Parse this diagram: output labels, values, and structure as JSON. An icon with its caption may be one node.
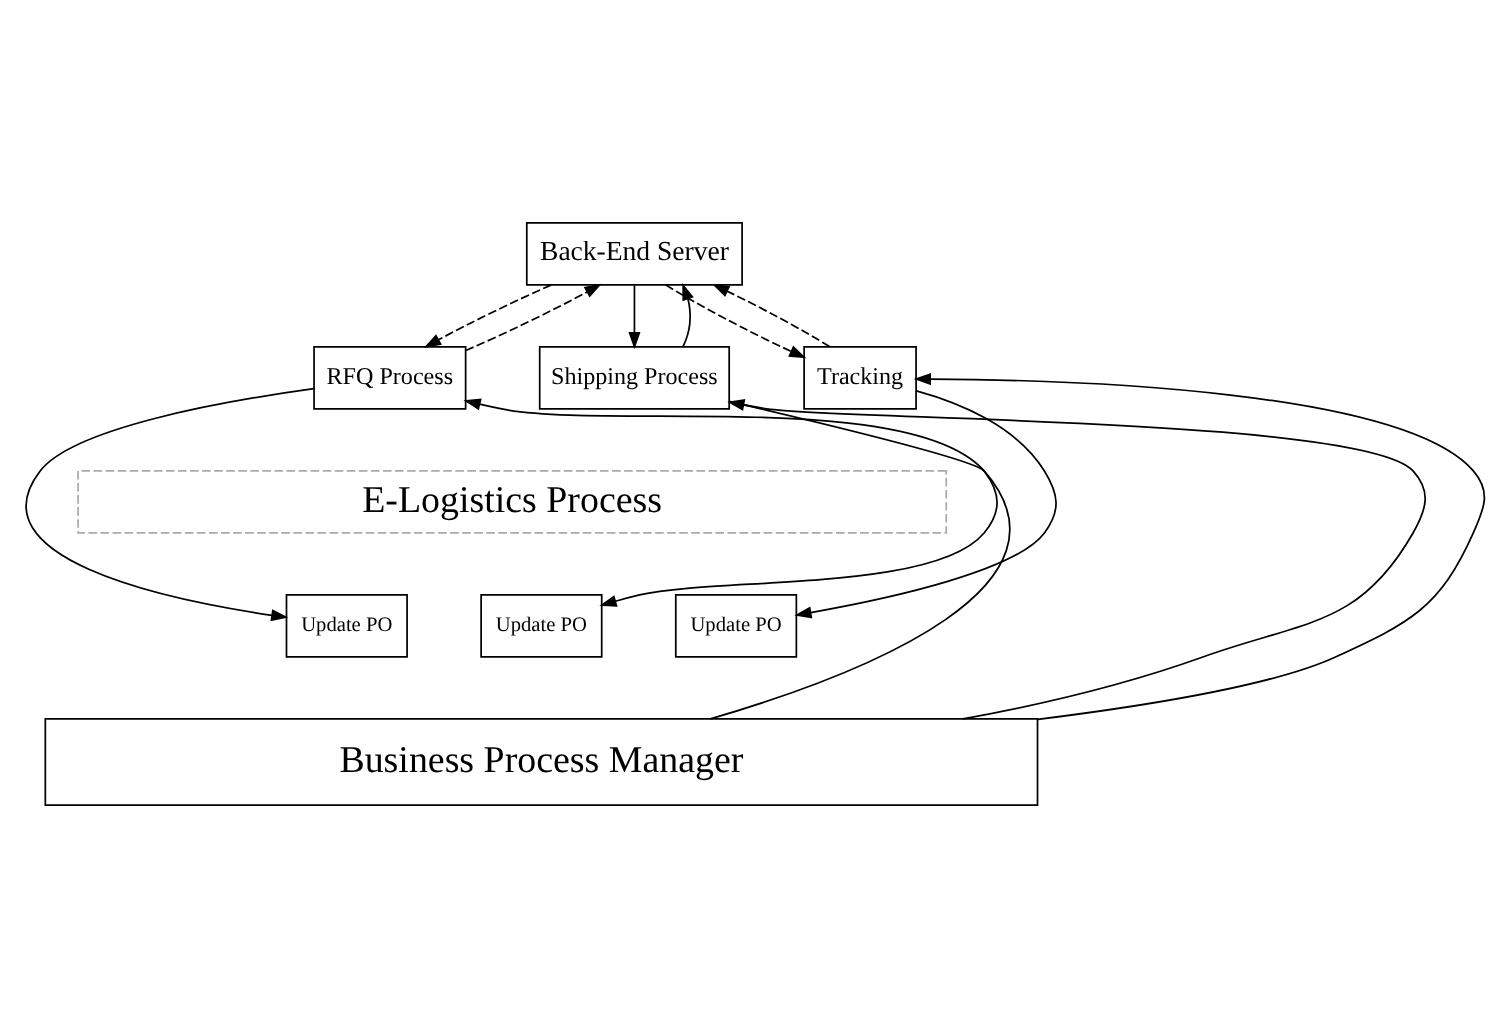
{
  "diagram": {
    "nodes": [
      {
        "text": [
          "Back-End Server"
        ]
      },
      {
        "text": [
          "RFQ Process"
        ]
      },
      {
        "text": [
          "Shipping Process"
        ]
      },
      {
        "text": [
          "Tracking"
        ]
      },
      {
        "text": [
          "E-Logistics Process"
        ]
      },
      {
        "text": [
          "Update PO"
        ]
      },
      {
        "text": [
          "Update PO"
        ]
      },
      {
        "text": [
          "Update PO"
        ]
      },
      {
        "text": [
          "Business Process Manager"
        ]
      }
    ],
    "edges": [
      {
        "from": 1,
        "to": 0,
        "arrow": "to",
        "style": "dashed"
      },
      {
        "from": 0,
        "to": 1,
        "arrow": "to",
        "style": "dashed"
      },
      {
        "from": 0,
        "to": 2,
        "arrow": "to"
      },
      {
        "from": 2,
        "to": 0,
        "arrow": "to"
      },
      {
        "from": 3,
        "to": 0,
        "arrow": "to",
        "style": "dashed"
      },
      {
        "from": 0,
        "to": 3,
        "arrow": "to",
        "style": "dashed"
      },
      {
        "from": 8,
        "to": 1,
        "arrow": "to"
      },
      {
        "from": 1,
        "to": 5,
        "arrow": "to"
      },
      {
        "from": 8,
        "to": 2,
        "arrow": "to"
      },
      {
        "from": 2,
        "to": 6,
        "arrow": "to"
      },
      {
        "from": 8,
        "to": 3,
        "arrow": "to"
      },
      {
        "from": 3,
        "to": 7,
        "arrow": "to"
      }
    ]
  }
}
